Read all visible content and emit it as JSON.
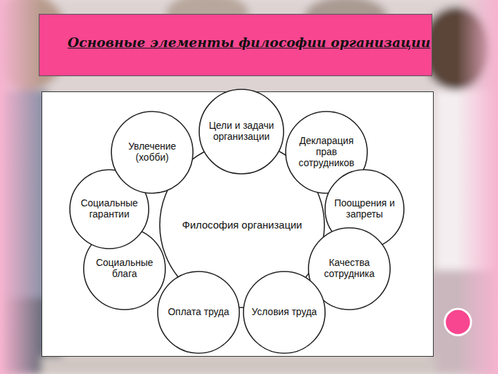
{
  "diagram": {
    "title": "Основные элементы философии организации",
    "nodes": [
      {
        "text": [
          "Философия организации"
        ]
      },
      {
        "text": [
          "Цели и задачи организации"
        ]
      },
      {
        "text": [
          "Декларация прав сотрудников"
        ]
      },
      {
        "text": [
          "Поощрения и запреты"
        ]
      },
      {
        "text": [
          "Качества сотрудника"
        ]
      },
      {
        "text": [
          "Условия труда"
        ]
      },
      {
        "text": [
          "Оплата труда"
        ]
      },
      {
        "text": [
          "Социальные блага"
        ]
      },
      {
        "text": [
          "Социальные гарантии"
        ]
      },
      {
        "text": [
          "Увлечение (хобби)"
        ]
      }
    ]
  }
}
